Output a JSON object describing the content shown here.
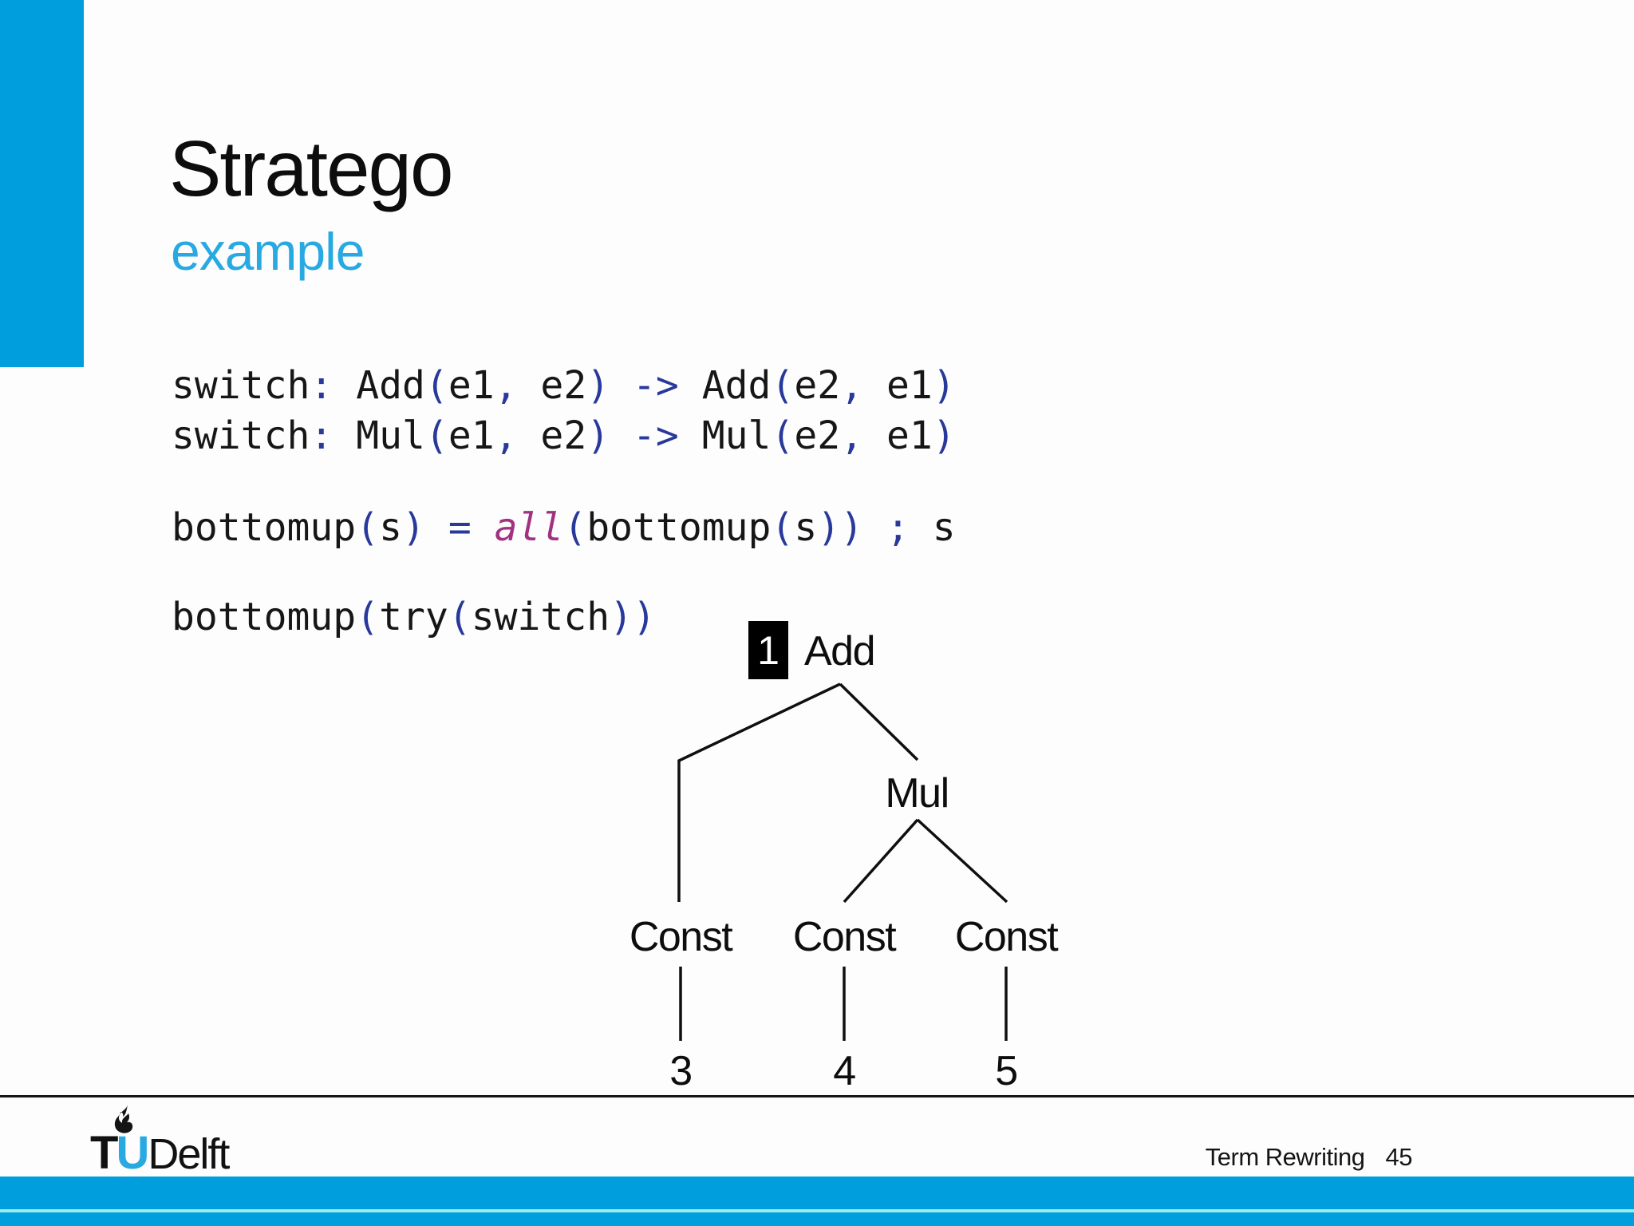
{
  "colors": {
    "accent": "#019edd",
    "accent-light": "#29a9e1",
    "code-blue": "#28389b",
    "code-magenta": "#a23182",
    "bar-line": "#9cedea"
  },
  "title": "Stratego",
  "subtitle": "example",
  "code": {
    "lines": [
      {
        "tokens": [
          {
            "t": "switch",
            "c": "b"
          },
          {
            "t": ":",
            "c": "p"
          },
          {
            "t": " ",
            "c": "b"
          },
          {
            "t": "Add",
            "c": "b"
          },
          {
            "t": "(",
            "c": "p"
          },
          {
            "t": "e1",
            "c": "b"
          },
          {
            "t": ",",
            "c": "p"
          },
          {
            "t": " e2",
            "c": "b"
          },
          {
            "t": ")",
            "c": "p"
          },
          {
            "t": " ",
            "c": "b"
          },
          {
            "t": "->",
            "c": "p"
          },
          {
            "t": " ",
            "c": "b"
          },
          {
            "t": "Add",
            "c": "b"
          },
          {
            "t": "(",
            "c": "p"
          },
          {
            "t": "e2",
            "c": "b"
          },
          {
            "t": ",",
            "c": "p"
          },
          {
            "t": " e1",
            "c": "b"
          },
          {
            "t": ")",
            "c": "p"
          }
        ]
      },
      {
        "tokens": [
          {
            "t": "switch",
            "c": "b"
          },
          {
            "t": ":",
            "c": "p"
          },
          {
            "t": " ",
            "c": "b"
          },
          {
            "t": "Mul",
            "c": "b"
          },
          {
            "t": "(",
            "c": "p"
          },
          {
            "t": "e1",
            "c": "b"
          },
          {
            "t": ",",
            "c": "p"
          },
          {
            "t": " e2",
            "c": "b"
          },
          {
            "t": ")",
            "c": "p"
          },
          {
            "t": " ",
            "c": "b"
          },
          {
            "t": "->",
            "c": "p"
          },
          {
            "t": " ",
            "c": "b"
          },
          {
            "t": "Mul",
            "c": "b"
          },
          {
            "t": "(",
            "c": "p"
          },
          {
            "t": "e2",
            "c": "b"
          },
          {
            "t": ",",
            "c": "p"
          },
          {
            "t": " e1",
            "c": "b"
          },
          {
            "t": ")",
            "c": "p"
          }
        ]
      },
      {
        "tokens": [
          {
            "t": "bottomup",
            "c": "b"
          },
          {
            "t": "(",
            "c": "p"
          },
          {
            "t": "s",
            "c": "b"
          },
          {
            "t": ")",
            "c": "p"
          },
          {
            "t": " ",
            "c": "b"
          },
          {
            "t": "=",
            "c": "p"
          },
          {
            "t": " ",
            "c": "b"
          },
          {
            "t": "all",
            "c": "m"
          },
          {
            "t": "(",
            "c": "p"
          },
          {
            "t": "bottomup",
            "c": "b"
          },
          {
            "t": "(",
            "c": "p"
          },
          {
            "t": "s",
            "c": "b"
          },
          {
            "t": "))",
            "c": "p"
          },
          {
            "t": " ",
            "c": "b"
          },
          {
            "t": ";",
            "c": "p"
          },
          {
            "t": " s",
            "c": "b"
          }
        ]
      },
      {
        "tokens": [
          {
            "t": "bottomup",
            "c": "b"
          },
          {
            "t": "(",
            "c": "p"
          },
          {
            "t": "try",
            "c": "b"
          },
          {
            "t": "(",
            "c": "p"
          },
          {
            "t": "switch",
            "c": "b"
          },
          {
            "t": "))",
            "c": "p"
          }
        ]
      }
    ]
  },
  "tree": {
    "badge": "1",
    "nodes": {
      "root": "Add",
      "mul": "Mul",
      "const_left": "Const",
      "const_mid": "Const",
      "const_right": "Const",
      "leaf_left": "3",
      "leaf_mid": "4",
      "leaf_right": "5"
    }
  },
  "footer": {
    "course": "Term Rewriting",
    "page": "45",
    "logo": {
      "t": "T",
      "u": "U",
      "delft": "Delft"
    }
  }
}
